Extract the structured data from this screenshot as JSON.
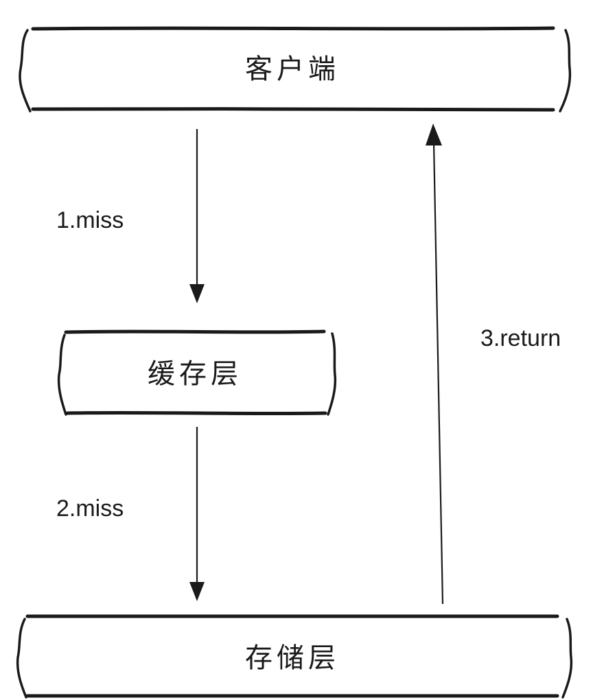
{
  "nodes": {
    "client": "客户端",
    "cache": "缓存层",
    "storage": "存储层"
  },
  "edges": {
    "step1": "1.miss",
    "step2": "2.miss",
    "step3": "3.return"
  }
}
